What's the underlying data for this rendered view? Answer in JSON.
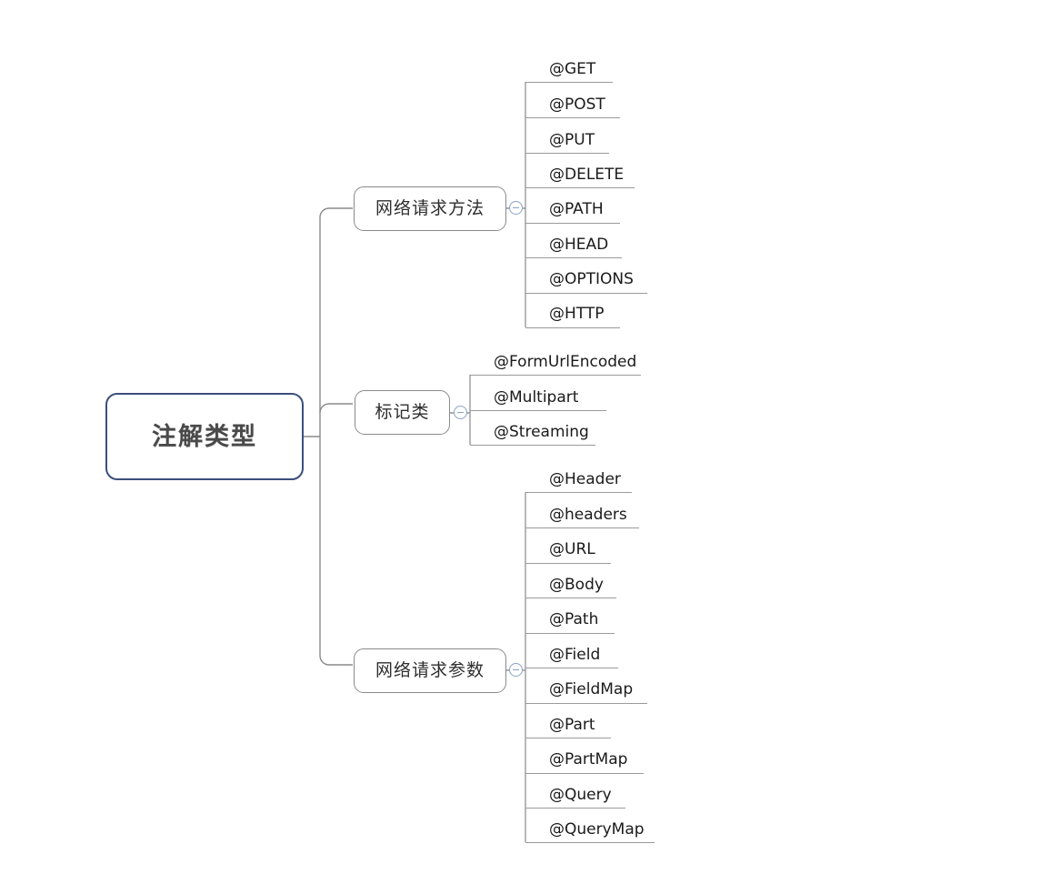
{
  "document": {
    "type": "mind-map",
    "title": "注解类型"
  },
  "root": {
    "label": "注解类型",
    "border_color": "#3b4f7d",
    "text_color": "#4a4a4a"
  },
  "branches": [
    {
      "label": "网络请求方法",
      "toggle_icon": "collapse-minus-icon",
      "items": [
        "@GET",
        "@POST",
        "@PUT",
        "@DELETE",
        "@PATH",
        "@HEAD",
        "@OPTIONS",
        "@HTTP"
      ]
    },
    {
      "label": "标记类",
      "toggle_icon": "collapse-minus-icon",
      "items": [
        "@FormUrlEncoded",
        "@Multipart",
        "@Streaming"
      ]
    },
    {
      "label": "网络请求参数",
      "toggle_icon": "collapse-minus-icon",
      "items": [
        "@Header",
        "@headers",
        "@URL",
        "@Body",
        "@Path",
        "@Field",
        "@FieldMap",
        "@Part",
        "@PartMap",
        "@Query",
        "@QueryMap"
      ]
    }
  ],
  "style": {
    "branch_border_color": "#8a8a8a",
    "leaf_line_color": "#9a9a9a",
    "toggle_color": "#8aa2c8",
    "connector_color": "#8a8a8a",
    "background": "#ffffff"
  }
}
